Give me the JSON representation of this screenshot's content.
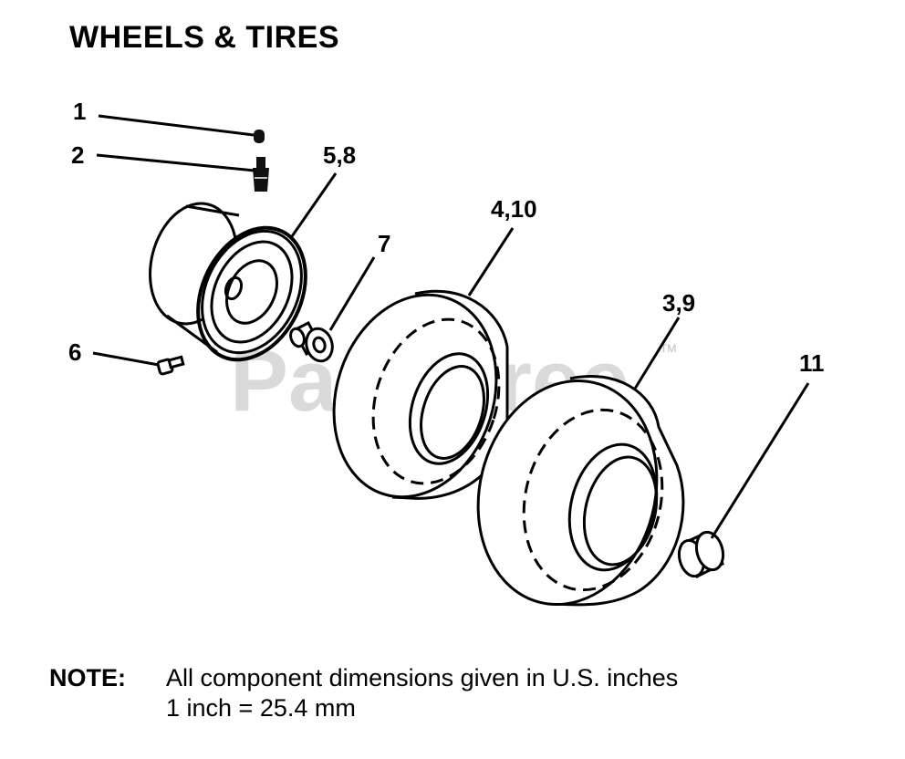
{
  "title": "WHEELS & TIRES",
  "callouts": {
    "c1": "1",
    "c2": "2",
    "c58": "5,8",
    "c7": "7",
    "c410": "4,10",
    "c6": "6",
    "c39": "3,9",
    "c11": "11"
  },
  "watermark": "PartsTree",
  "watermark_mark": "TM",
  "note": {
    "label": "NOTE:",
    "line1": "All component dimensions given in U.S. inches",
    "line2": "1 inch = 25.4 mm"
  }
}
